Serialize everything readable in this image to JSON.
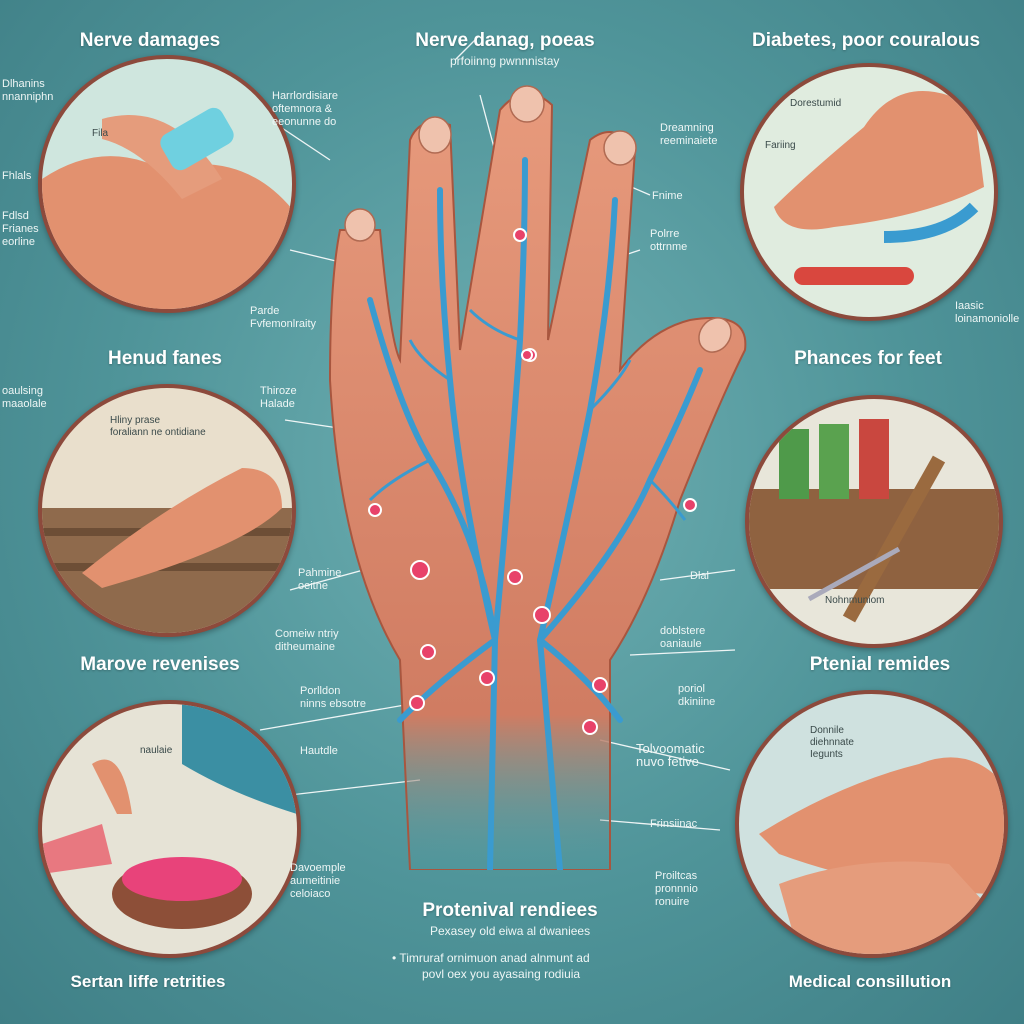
{
  "headings": {
    "nerve_damages": "Nerve damages",
    "nerve_danag": "Nerve danag, poeas",
    "nerve_danag_sub": "prfoiinng pwnnnistay",
    "diabetes": "Diabetes, poor couralous",
    "hand_fanes": "Henud fanes",
    "phances": "Phances for feet",
    "marove": "Marove revenises",
    "ptenial": "Ptenial remides",
    "protenival": "Protenival rendiees",
    "protenival_sub": "Pexasey old eiwa al dwaniees",
    "protenival_bullet": "Timruraf ornimuon anad alnmunt ad",
    "protenival_bullet2": "povl oex you ayasaing rodiuia",
    "sertan": "Sertan liffe retrities",
    "medical": "Medical consillution"
  },
  "labels": {
    "l1": "Dlhanins",
    "l2": "nnanniphn",
    "l3": "Fhlals",
    "l4": "Fdlsd",
    "l5": "Frianes",
    "l6": "eorline",
    "l7": "Harrlordisiare",
    "l8": "oftemnora &",
    "l9": "eeonunne do",
    "l10": "Parde",
    "l11": "Fvfemonlraity",
    "l12": "oaulsing",
    "l13": "maaolale",
    "l14": "Thiroze",
    "l15": "Halade",
    "l16": "Pahmine",
    "l17": "oeitne",
    "l18": "Comeiw ntriy",
    "l19": "ditheumaine",
    "l20": "Porlldon",
    "l21": "ninns ebsotre",
    "l22": "Hautdle",
    "l23": "Davoemple",
    "l24": "aumeitinie",
    "l25": "celoiaco",
    "l26": "Dreamning",
    "l27": "reeminaiete",
    "l28": "Fnime",
    "l29": "Polrre",
    "l30": "ottrnme",
    "l31": "Dlal",
    "l32": "doblstere",
    "l33": "oaniaule",
    "l34": "poriol",
    "l35": "dkiniine",
    "l36": "Tolvoomatic",
    "l37": "nuvo fetive",
    "l38": "Frinsiinac",
    "l39": "Proiltcas",
    "l40": "pronnnio",
    "l41": "ronuire",
    "l42": "Iaasic",
    "l43": "loinamoniolle",
    "l44": "Fila",
    "l45": "Dorestumid",
    "l46": "Fariing",
    "l47": "Hliny prase",
    "l48": "foraliann ne ontidiane",
    "l49": "Nohnmuniom",
    "l50": "naulaie",
    "l51": "Donnile",
    "l52": "diehnnate",
    "l53": "Iegunts"
  },
  "colors": {
    "background": "#4f9499",
    "vein": "#3a9bd0",
    "skin": "#d98467",
    "dot": "#e8426a",
    "border": "#8c4a3c"
  }
}
